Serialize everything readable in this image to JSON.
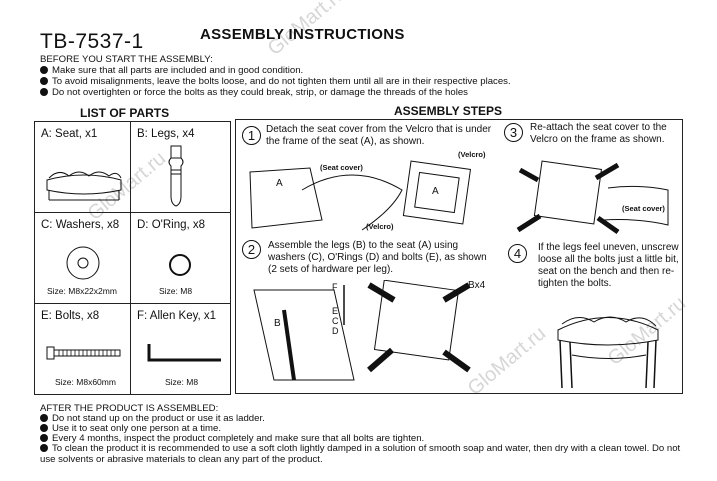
{
  "header": {
    "model": "TB-7537-1",
    "title": "ASSEMBLY INSTRUCTIONS"
  },
  "before": {
    "heading": "BEFORE YOU START THE ASSEMBLY:",
    "items": [
      "Make sure that all parts are included and in good condition.",
      "To avoid misalignments, leave the bolts loose, and do not tighten them until all are in their respective places.",
      "Do not overtighten or force the bolts as they could break, strip, or damage the threads of the holes"
    ]
  },
  "parts": {
    "heading": "LIST OF PARTS",
    "items": [
      {
        "label": "A: Seat, x1",
        "size": ""
      },
      {
        "label": "B: Legs, x4",
        "size": ""
      },
      {
        "label": "C: Washers, x8",
        "size": "Size: M8x22x2mm"
      },
      {
        "label": "D: O'Ring, x8",
        "size": "Size: M8"
      },
      {
        "label": "E: Bolts, x8",
        "size": "Size: M8x60mm"
      },
      {
        "label": "F: Allen Key, x1",
        "size": "Size: M8"
      }
    ]
  },
  "steps": {
    "heading": "ASSEMBLY STEPS",
    "items": [
      {
        "num": "1",
        "text": "Detach the seat cover from the Velcro that is under the frame of the seat (A), as shown."
      },
      {
        "num": "3",
        "text": "Re-attach the seat cover to the Velcro on the frame as shown."
      },
      {
        "num": "2",
        "text": "Assemble the legs (B) to the seat (A) using washers (C), O'Rings (D) and bolts (E), as shown (2 sets of hardware per leg)."
      },
      {
        "num": "4",
        "text": "If the legs feel uneven, unscrew loose all the bolts just a little bit, seat on the bench and then re-tighten the bolts."
      }
    ],
    "labels": {
      "seat_cover": "(Seat cover)",
      "velcro": "(Velcro)",
      "a": "A",
      "f": "F",
      "e": "E",
      "c": "C",
      "d": "D",
      "b": "B",
      "bx4": "Bx4"
    }
  },
  "after": {
    "heading": "AFTER THE PRODUCT IS ASSEMBLED:",
    "items": [
      "Do not stand up on the product or use it as ladder.",
      "Use it to seat only one person at a time.",
      "Every 4 months, inspect the product completely and make sure that all bolts are tighten.",
      "To clean the product it is recommended to use a soft cloth lightly damped in a solution of smooth soap and water, then dry with a clean towel. Do not use solvents or abrasive materials to clean any part of the product."
    ]
  },
  "watermark": "GloMart.ru"
}
